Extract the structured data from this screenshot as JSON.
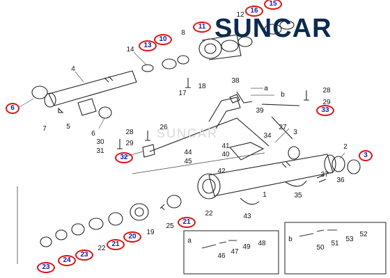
{
  "brand": {
    "name": "SUNCAR",
    "color": "#0c2a4f",
    "watermark": "SUNCAR"
  },
  "colors": {
    "line": "#222222",
    "highlight": "#e01010",
    "callout_text": "#1a1aa8"
  },
  "callouts": [
    {
      "id": "c15",
      "text": "15",
      "highlighted": true
    },
    {
      "id": "c16",
      "text": "16",
      "highlighted": true
    },
    {
      "id": "c12",
      "text": "12",
      "highlighted": false
    },
    {
      "id": "c11",
      "text": "11",
      "highlighted": true
    },
    {
      "id": "c8",
      "text": "8",
      "highlighted": false
    },
    {
      "id": "c10",
      "text": "10",
      "highlighted": true
    },
    {
      "id": "c13",
      "text": "13",
      "highlighted": true
    },
    {
      "id": "c14",
      "text": "14",
      "highlighted": false
    },
    {
      "id": "c4",
      "text": "4",
      "highlighted": false
    },
    {
      "id": "c6a",
      "text": "6",
      "highlighted": true
    },
    {
      "id": "c7",
      "text": "7",
      "highlighted": false
    },
    {
      "id": "c5",
      "text": "5",
      "highlighted": false
    },
    {
      "id": "c6b",
      "text": "6",
      "highlighted": false
    },
    {
      "id": "c17",
      "text": "17",
      "highlighted": false
    },
    {
      "id": "c18",
      "text": "18",
      "highlighted": false
    },
    {
      "id": "c38",
      "text": "38",
      "highlighted": false
    },
    {
      "id": "ca",
      "text": "a",
      "highlighted": false
    },
    {
      "id": "cb",
      "text": "b",
      "highlighted": false
    },
    {
      "id": "c39",
      "text": "39",
      "highlighted": false
    },
    {
      "id": "c28a",
      "text": "28",
      "highlighted": false
    },
    {
      "id": "c29a",
      "text": "29",
      "highlighted": false
    },
    {
      "id": "c33",
      "text": "33",
      "highlighted": true
    },
    {
      "id": "c28b",
      "text": "28",
      "highlighted": false
    },
    {
      "id": "c26",
      "text": "26",
      "highlighted": false
    },
    {
      "id": "c30",
      "text": "30",
      "highlighted": false
    },
    {
      "id": "c29b",
      "text": "29",
      "highlighted": false
    },
    {
      "id": "c31",
      "text": "31",
      "highlighted": false
    },
    {
      "id": "c32",
      "text": "32",
      "highlighted": true
    },
    {
      "id": "c27",
      "text": "27",
      "highlighted": false
    },
    {
      "id": "c3a",
      "text": "3",
      "highlighted": false
    },
    {
      "id": "c34",
      "text": "34",
      "highlighted": false
    },
    {
      "id": "c41",
      "text": "41",
      "highlighted": false
    },
    {
      "id": "c40",
      "text": "40",
      "highlighted": false
    },
    {
      "id": "c44",
      "text": "44",
      "highlighted": false
    },
    {
      "id": "c45",
      "text": "45",
      "highlighted": false
    },
    {
      "id": "c42",
      "text": "42",
      "highlighted": false
    },
    {
      "id": "c2",
      "text": "2",
      "highlighted": false
    },
    {
      "id": "c3b",
      "text": "3",
      "highlighted": true
    },
    {
      "id": "c37",
      "text": "37",
      "highlighted": false
    },
    {
      "id": "c36",
      "text": "36",
      "highlighted": false
    },
    {
      "id": "c35",
      "text": "35",
      "highlighted": false
    },
    {
      "id": "c1",
      "text": "1",
      "highlighted": false
    },
    {
      "id": "c22a",
      "text": "22",
      "highlighted": false
    },
    {
      "id": "c43",
      "text": "43",
      "highlighted": false
    },
    {
      "id": "c25",
      "text": "25",
      "highlighted": false
    },
    {
      "id": "c21a",
      "text": "21",
      "highlighted": true
    },
    {
      "id": "c19",
      "text": "19",
      "highlighted": false
    },
    {
      "id": "c20",
      "text": "20",
      "highlighted": true
    },
    {
      "id": "c21b",
      "text": "21",
      "highlighted": true
    },
    {
      "id": "c22b",
      "text": "22",
      "highlighted": false
    },
    {
      "id": "c23a",
      "text": "23",
      "highlighted": true
    },
    {
      "id": "c24",
      "text": "24",
      "highlighted": true
    },
    {
      "id": "c23b",
      "text": "23",
      "highlighted": true
    },
    {
      "id": "cia",
      "text": "a",
      "highlighted": false
    },
    {
      "id": "c46",
      "text": "46",
      "highlighted": false
    },
    {
      "id": "c47",
      "text": "47",
      "highlighted": false
    },
    {
      "id": "c49",
      "text": "49",
      "highlighted": false
    },
    {
      "id": "c48",
      "text": "48",
      "highlighted": false
    },
    {
      "id": "cib",
      "text": "b",
      "highlighted": false
    },
    {
      "id": "c50",
      "text": "50",
      "highlighted": false
    },
    {
      "id": "c51",
      "text": "51",
      "highlighted": false
    },
    {
      "id": "c53",
      "text": "53",
      "highlighted": false
    },
    {
      "id": "c52",
      "text": "52",
      "highlighted": false
    }
  ]
}
